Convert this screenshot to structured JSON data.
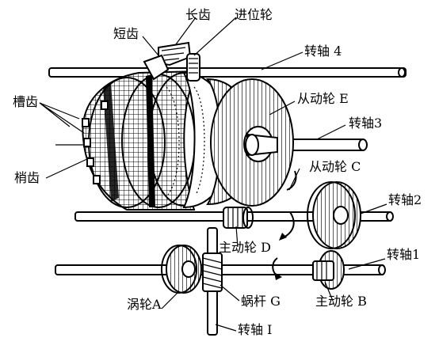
{
  "labels": {
    "long_tooth": "长齿",
    "carry_wheel": "进位轮",
    "short_tooth": "短齿",
    "shaft_4": "转轴 4",
    "slot_tooth": "槽齿",
    "driven_wheel_e": "从动轮 E",
    "shaft_3": "转轴3",
    "pin_tooth": "梢齿",
    "driven_wheel_c": "从动轮 C",
    "shaft_2": "转轴2",
    "drive_wheel_d": "主动轮 D",
    "shaft_1": "转轴1",
    "worm_wheel_a": "涡轮A",
    "worm_g": "蜗杆 G",
    "drive_wheel_b": "主动轮 B",
    "shaft_i": "转轴 I"
  }
}
